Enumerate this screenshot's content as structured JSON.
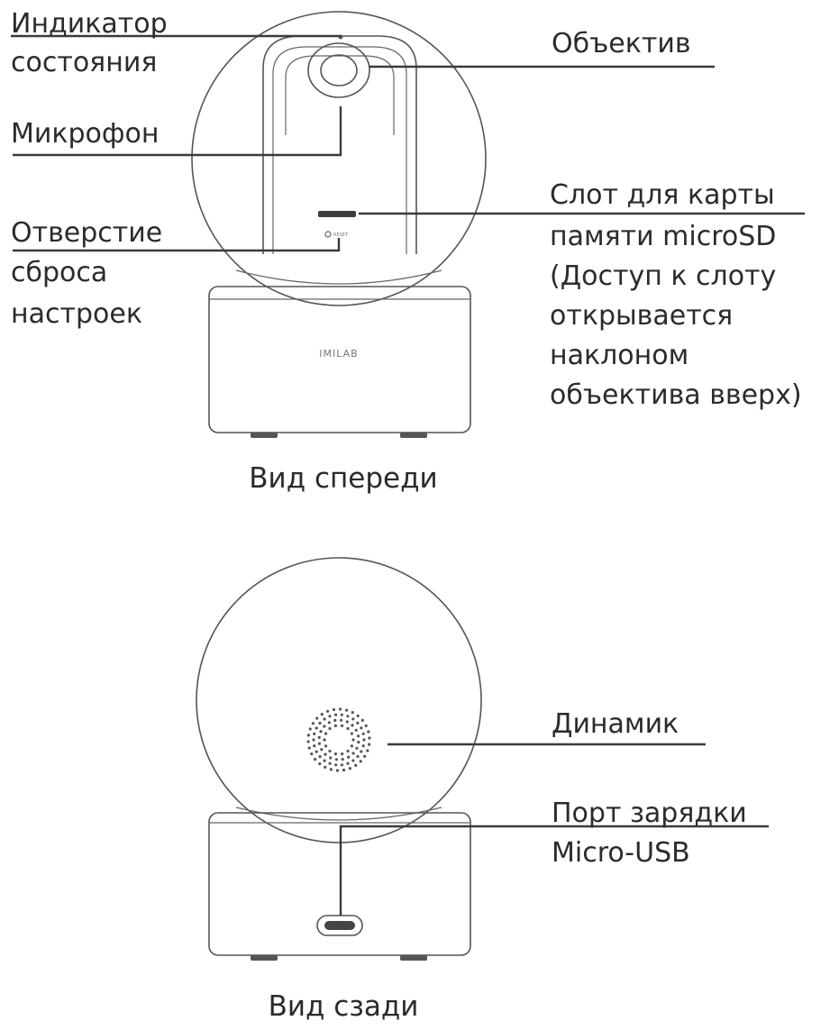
{
  "front_view": {
    "caption": "Вид спереди",
    "brand_text": "IMILAB",
    "reset_text": "RESET",
    "labels": {
      "indicator": [
        "Индикатор",
        "состояния"
      ],
      "lens": [
        "Объектив"
      ],
      "microphone": [
        "Микрофон"
      ],
      "sd_slot": [
        "Слот для карты",
        "памяти microSD",
        "(Доступ к слоту",
        "открывается",
        "наклоном",
        "объектива вверх)"
      ],
      "reset_hole": [
        "Отверстие",
        "сброса",
        "настроек"
      ]
    }
  },
  "back_view": {
    "caption": "Вид сзади",
    "labels": {
      "speaker": [
        "Динамик"
      ],
      "usb_port": [
        "Порт зарядки",
        "Micro-USB"
      ]
    }
  }
}
